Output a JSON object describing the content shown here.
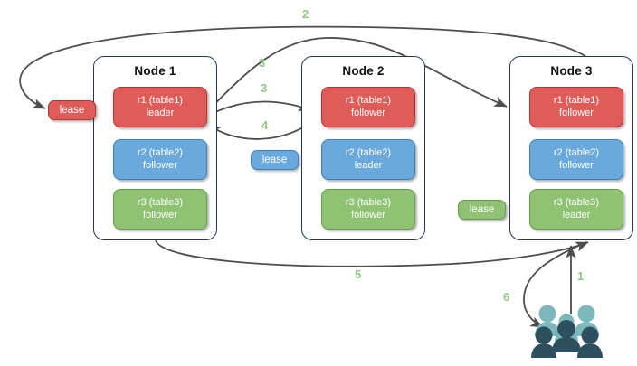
{
  "diagram": {
    "type": "distributed-database-lease-diagram",
    "colors": {
      "replica_red": "#e05c59",
      "replica_red_border": "#c0302e",
      "replica_blue": "#6aa9db",
      "replica_blue_border": "#3b7fba",
      "replica_green": "#8fc273",
      "replica_green_border": "#63a046",
      "node_border": "#1f3864",
      "arrow": "#4d4d4d",
      "step_label": "#8dc97f",
      "people_light": "#7cb8ba",
      "people_dark": "#2e4f60"
    },
    "nodes": [
      {
        "title": "Node 1",
        "replicas": [
          {
            "name": "r1 (table1)",
            "role": "leader",
            "color": "red"
          },
          {
            "name": "r2 (table2)",
            "role": "follower",
            "color": "blue"
          },
          {
            "name": "r3 (table3)",
            "role": "follower",
            "color": "green"
          }
        ]
      },
      {
        "title": "Node 2",
        "replicas": [
          {
            "name": "r1 (table1)",
            "role": "follower",
            "color": "red"
          },
          {
            "name": "r2 (table2)",
            "role": "leader",
            "color": "blue"
          },
          {
            "name": "r3 (table3)",
            "role": "follower",
            "color": "green"
          }
        ]
      },
      {
        "title": "Node 3",
        "replicas": [
          {
            "name": "r1 (table1)",
            "role": "follower",
            "color": "red"
          },
          {
            "name": "r2 (table2)",
            "role": "follower",
            "color": "blue"
          },
          {
            "name": "r3 (table3)",
            "role": "leader",
            "color": "green"
          }
        ]
      }
    ],
    "leases": [
      {
        "label": "lease",
        "color": "red"
      },
      {
        "label": "lease",
        "color": "blue"
      },
      {
        "label": "lease",
        "color": "green"
      }
    ],
    "steps": [
      {
        "id": "1",
        "label": "1"
      },
      {
        "id": "2",
        "label": "2"
      },
      {
        "id": "3a",
        "label": "3"
      },
      {
        "id": "3b",
        "label": "3"
      },
      {
        "id": "4",
        "label": "4"
      },
      {
        "id": "5",
        "label": "5"
      },
      {
        "id": "6",
        "label": "6"
      }
    ],
    "clients": {
      "icon": "people-group-icon"
    }
  }
}
